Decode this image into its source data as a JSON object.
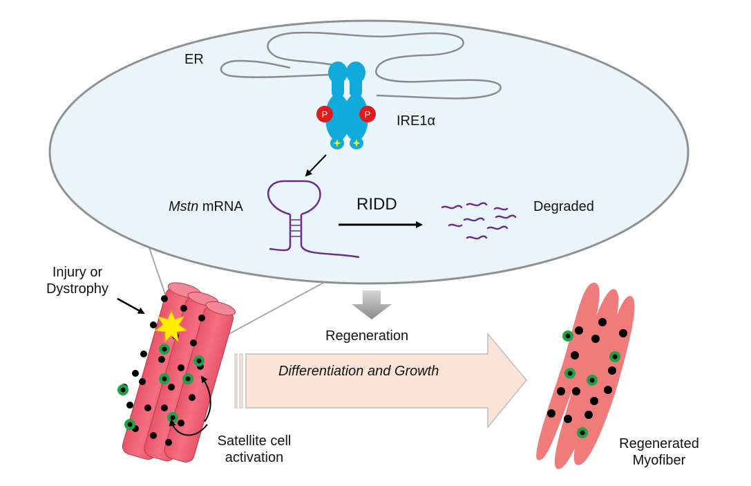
{
  "labels": {
    "er": "ER",
    "ire1a": "IRE1α",
    "phospho": "P",
    "mstn_gene": "Mstn",
    "mrna": " mRNA",
    "ridd": "RIDD",
    "degraded": "Degraded",
    "injury_line1": "Injury or",
    "injury_line2": "Dystrophy",
    "regeneration": "Regeneration",
    "diff_growth": "Differentiation and Growth",
    "satellite_line1": "Satellite cell",
    "satellite_line2": "activation",
    "regen_line1": "Regenerated",
    "regen_line2": "Myofiber"
  },
  "colors": {
    "cell_fill": "#e9f4fb",
    "cell_stroke": "#909090",
    "ire1a": "#11aadd",
    "phospho": "#e01b1b",
    "mrna": "#6a2c91",
    "fiber": "#f1667a",
    "fiber_regen": "#f07b7b",
    "nucleus": "#000000",
    "satellite": "#1ea346",
    "injury_star": "#ffee00",
    "big_arrow": "#fbe3d6",
    "down_arrow": "#9b9b9b"
  }
}
